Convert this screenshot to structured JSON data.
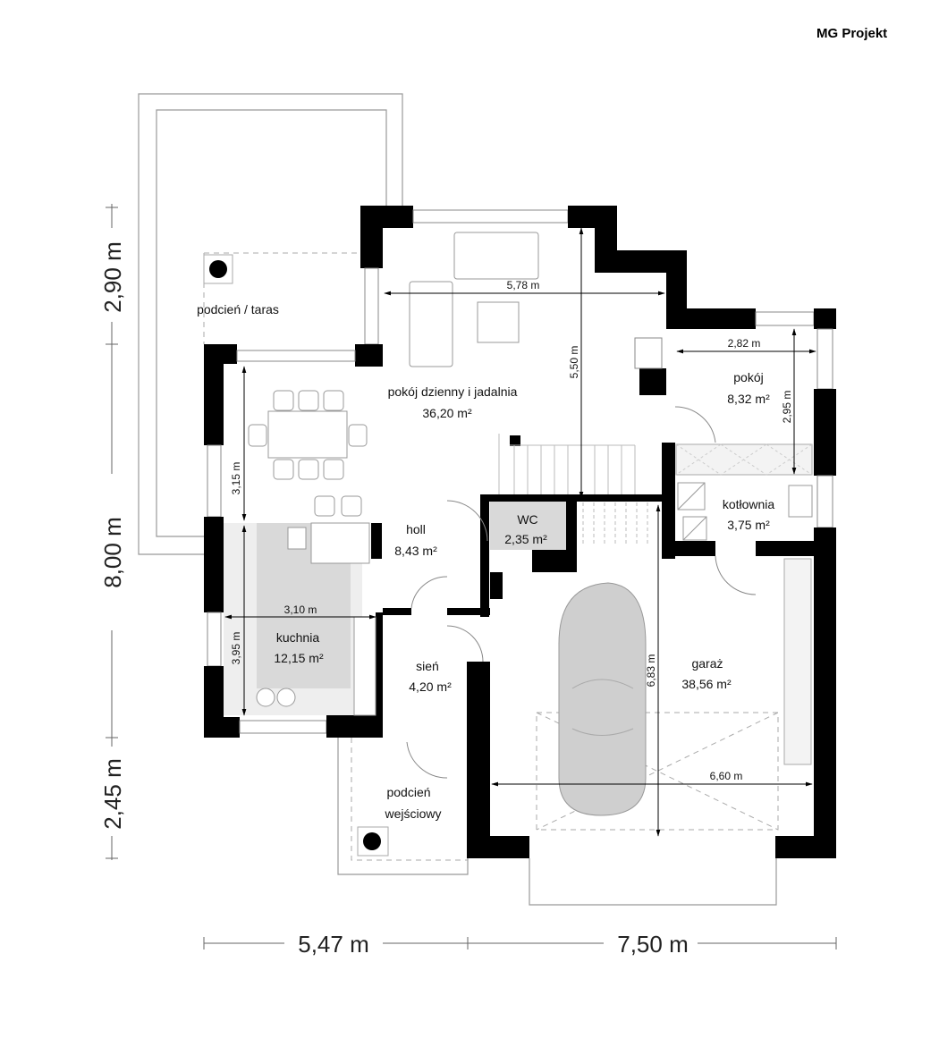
{
  "logo": "MG Projekt",
  "rooms": {
    "terrace": {
      "name": "podcień / taras"
    },
    "living": {
      "name": "pokój dzienny i jadalnia",
      "area": "36,20 m²"
    },
    "room": {
      "name": "pokój",
      "area": "8,32 m²"
    },
    "boiler": {
      "name": "kotłownia",
      "area": "3,75 m²"
    },
    "hall": {
      "name": "holl",
      "area": "8,43 m²"
    },
    "wc": {
      "name": "WC",
      "area": "2,35 m²"
    },
    "kitchen": {
      "name": "kuchnia",
      "area": "12,15 m²"
    },
    "vestibule": {
      "name": "sień",
      "area": "4,20 m²"
    },
    "garage": {
      "name": "garaż",
      "area": "38,56 m²"
    },
    "entrance_porch": {
      "name_line1": "podcień",
      "name_line2": "wejściowy"
    }
  },
  "inner_dimensions": {
    "living_width": "5,78 m",
    "living_depth": "5,50 m",
    "room_width": "2,82 m",
    "room_depth": "2,95 m",
    "dining_depth": "3,15 m",
    "kitchen_width": "3,10 m",
    "kitchen_depth": "3,95 m",
    "garage_depth": "6,83 m",
    "garage_width": "6,60 m"
  },
  "outer_dimensions": {
    "left_top": "2,90 m",
    "left_middle": "8,00 m",
    "left_bottom": "2,45 m",
    "bottom_left": "5,47 m",
    "bottom_right": "7,50 m"
  }
}
